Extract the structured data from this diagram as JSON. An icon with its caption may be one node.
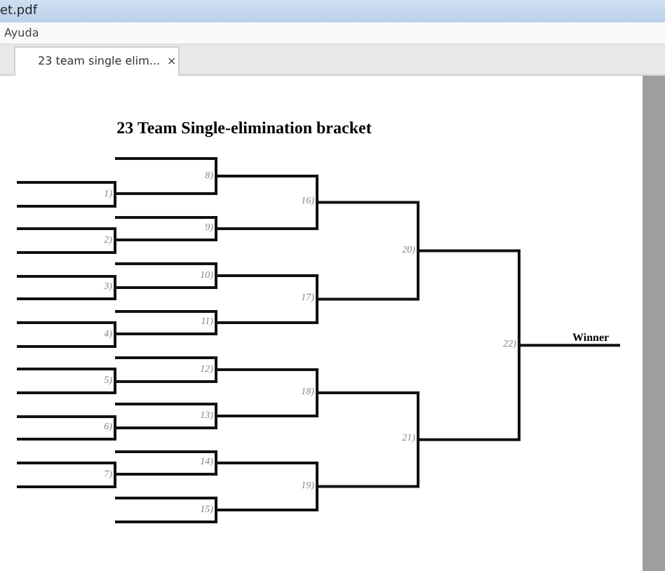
{
  "diagram": {
    "title": "23 Team Single-elimination bracket",
    "labels": [
      "et.pdf",
      "Ayuda",
      "23 team single elim...",
      "×",
      "1)",
      "2)",
      "3)",
      "4)",
      "5)",
      "6)",
      "7)",
      "8)",
      "9)",
      "10)",
      "11)",
      "12)",
      "13)",
      "14)",
      "15)",
      "16)",
      "17)",
      "18)",
      "19)",
      "20)",
      "21)",
      "22)",
      "Winner"
    ]
  }
}
